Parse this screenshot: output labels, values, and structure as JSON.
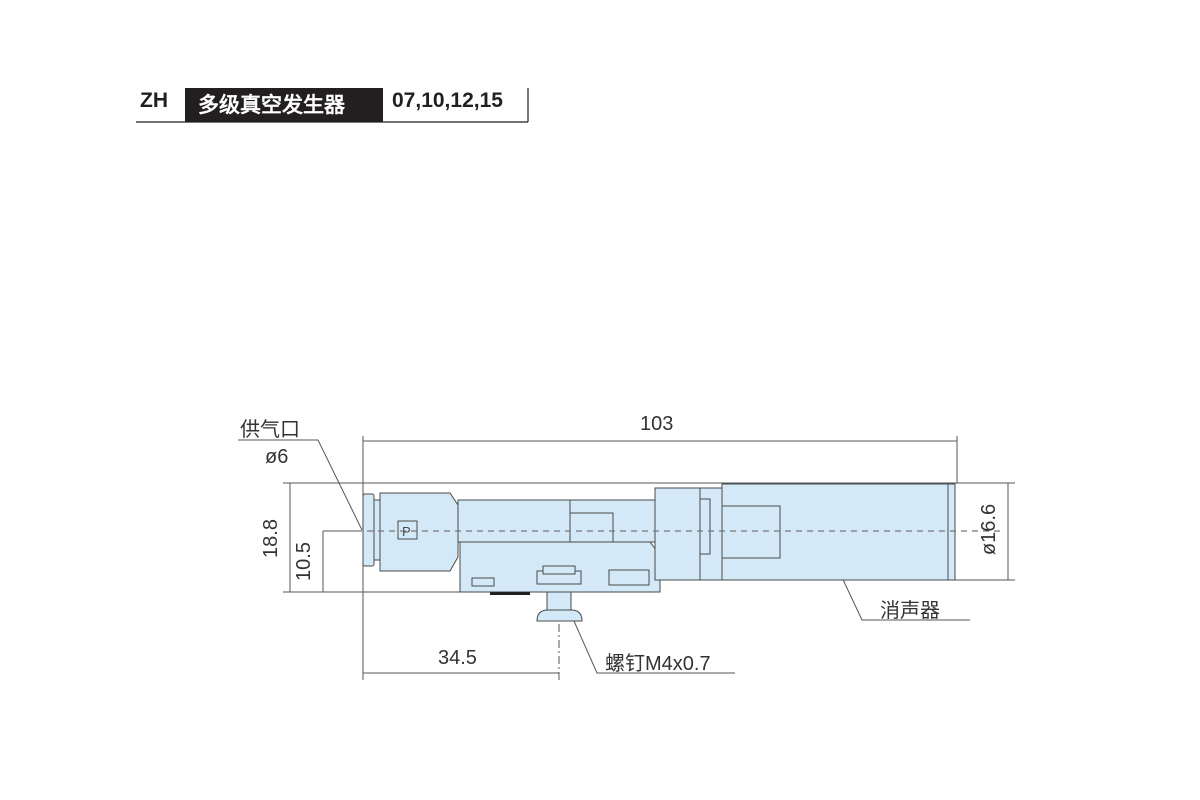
{
  "header": {
    "series": "ZH",
    "title": "多级真空发生器",
    "models": "07,10,12,15"
  },
  "diagram": {
    "labels": {
      "supply_port": "供气口",
      "supply_port_size": "ø6",
      "silencer": "消声器",
      "screw": "螺钉M4x0.7"
    },
    "dimensions": {
      "overall_length": "103",
      "height": "18.8",
      "center_height": "10.5",
      "screw_position": "34.5",
      "silencer_diameter": "ø16.6"
    },
    "colors": {
      "body_fill": "#d4e9f7",
      "outline": "#4a4a4a"
    }
  }
}
